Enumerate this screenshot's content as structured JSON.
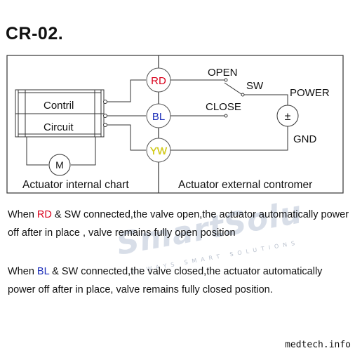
{
  "title": "CR-02.",
  "chart_labels": {
    "contril": "Contril",
    "circuit": "Circuit",
    "motor": "M",
    "rd": "RD",
    "bl": "BL",
    "yw": "YW",
    "open": "OPEN",
    "close": "CLOSE",
    "sw": "SW",
    "power": "POWER",
    "plusminus": "±",
    "gnd": "GND",
    "internal_caption": "Actuator internal chart",
    "external_caption": "Actuator external contromer"
  },
  "captions": {
    "c1_pre": "When ",
    "c1_wire": "RD",
    "c1_post": " & SW connected,the valve open,the actuator automatically power off after in place , valve remains fully open position",
    "c2_pre": "When ",
    "c2_wire": "BL",
    "c2_post": " & SW connected,the valve closed,the actuator automatically power off after in place, valve remains fully closed position."
  },
  "watermark": {
    "brand": "SmartSolu",
    "tagline": "ALWAYS SMART SOLUTIONS"
  },
  "site": "medtech.info",
  "colors": {
    "rd": "#d9001b",
    "bl": "#1b2db8",
    "yw": "#e8e01a",
    "line": "#333333"
  }
}
